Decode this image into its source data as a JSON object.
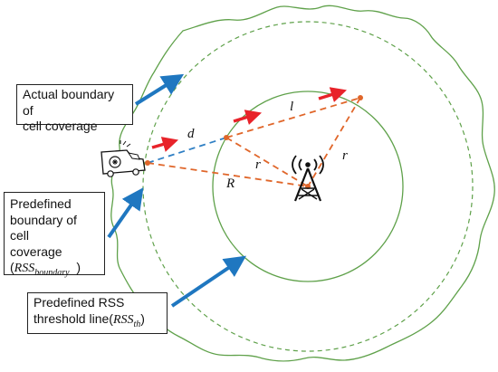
{
  "labels": {
    "actual_boundary": {
      "line1": "Actual boundary of",
      "line2": "cell coverage"
    },
    "predefined_boundary": {
      "line1": "Predefined",
      "line2": "boundary of cell",
      "line3": "coverage",
      "open_paren": "(",
      "rss": "RSS",
      "rss_sub": "boundary",
      "close_paren": ")"
    },
    "rss_threshold": {
      "line1": "Predefined RSS",
      "line2": "threshold line",
      "open_paren": "(",
      "rss": "RSS",
      "rss_sub": "th",
      "close_paren": ")"
    }
  },
  "symbols": {
    "d": "d",
    "l": "l",
    "r1": "r",
    "r2": "r",
    "R": "R"
  },
  "icons": [
    "ambulance-icon",
    "cell-tower-icon"
  ],
  "colors": {
    "boundary_green": "#5fa14a",
    "path_orange": "#e0662a",
    "path_blue": "#2f7fc4",
    "motion_red": "#e8232a",
    "pointer_blue": "#1f77c0"
  }
}
